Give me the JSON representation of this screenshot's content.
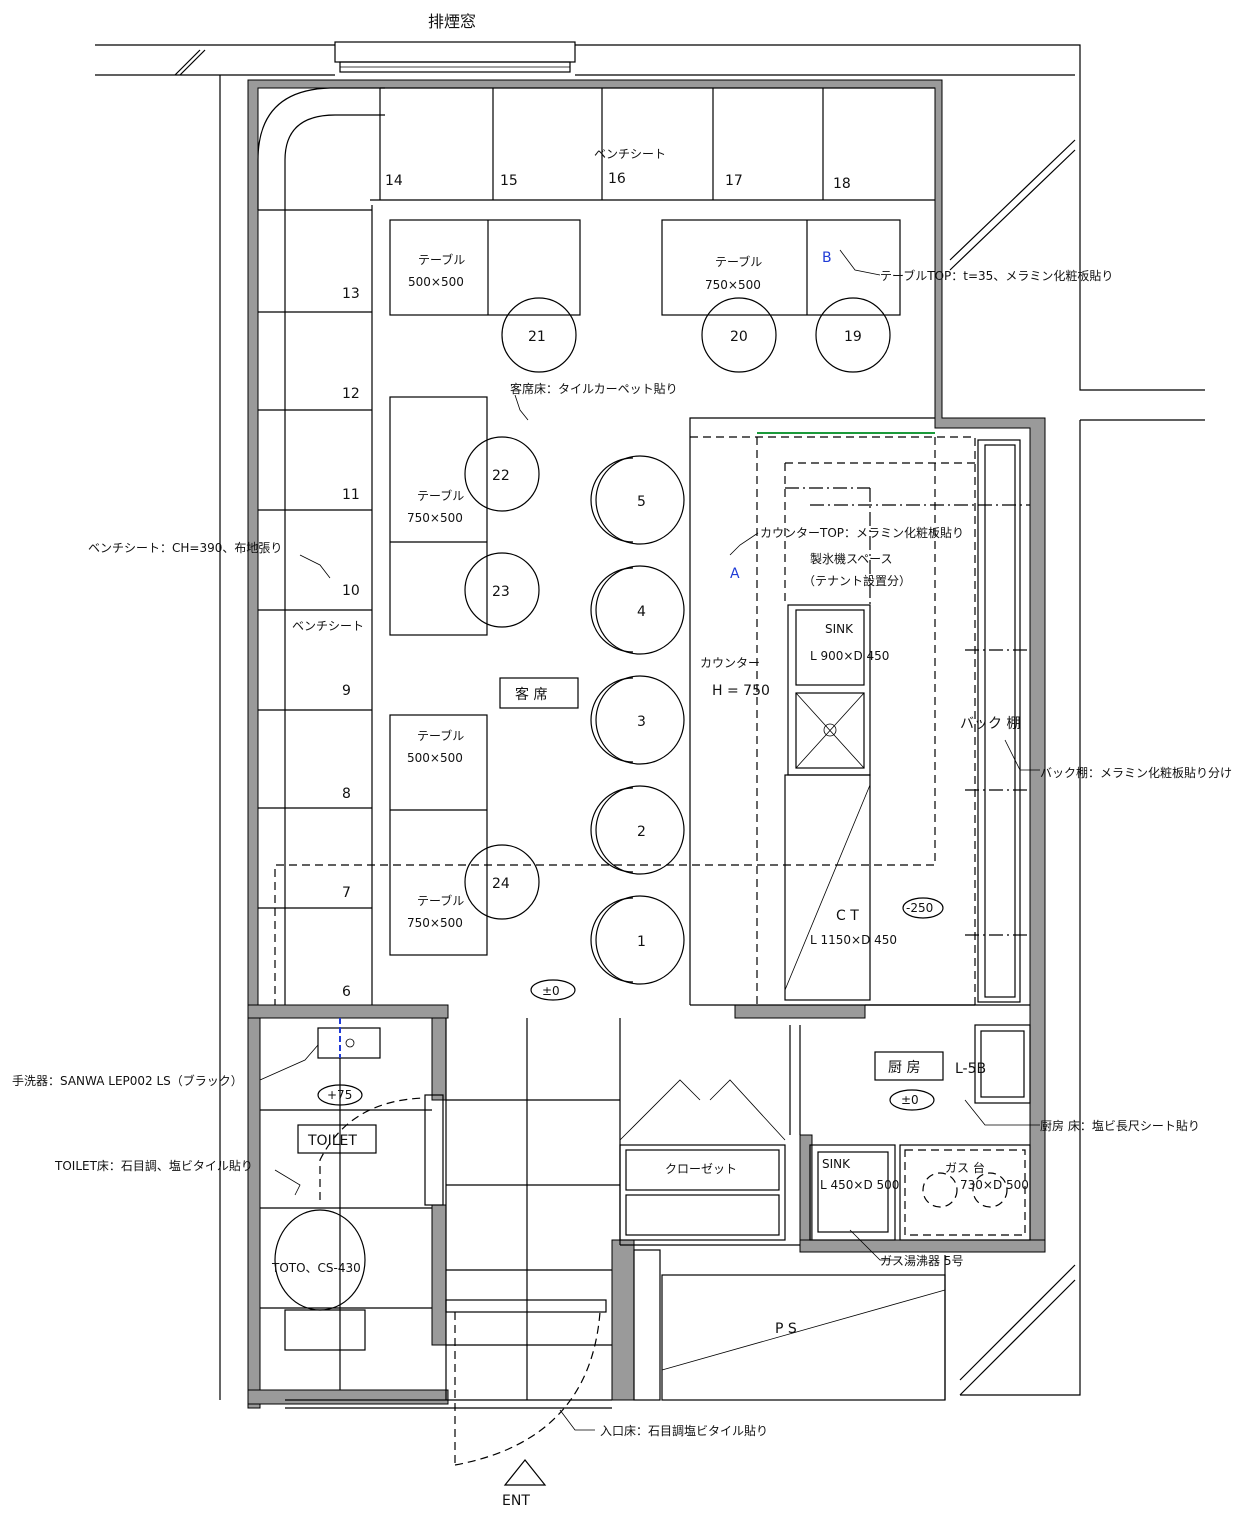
{
  "labels": {
    "exhaust_window": "排煙窓",
    "bench_seat_top": "ベンチシート",
    "bench_seat_left": "ベンチシート",
    "bench_seat_note": "ベンチシート：CH=390、布地張り",
    "table_a": "テーブル",
    "table_a_size": "500×500",
    "table_b": "テーブル",
    "table_b_size": "750×500",
    "table_c": "テーブル",
    "table_c_size": "750×500",
    "table_d": "テーブル",
    "table_d_size": "500×500",
    "table_e": "テーブル",
    "table_e_size": "750×500",
    "table_top_note": "テーブルTOP：t=35、メラミン化粧板貼り",
    "marker_b": "B",
    "marker_a": "A",
    "floor_note": "客席床：タイルカーペット貼り",
    "dining": "客 席",
    "counter_top_note": "カウンターTOP：メラミン化粧板貼り",
    "ice_space": "製氷機スペース",
    "ice_space_sub": "（テナント設置分）",
    "counter": "カウンター",
    "counter_h": "H = 750",
    "sink1": "SINK",
    "sink1_size": "L 900×D 450",
    "back_shelf": "バック 棚",
    "back_shelf_note": "バック棚：メラミン化粧板貼り分け",
    "ct": "C T",
    "ct_size": "L 1150×D 450",
    "level_250": "-250",
    "level_0": "±0",
    "level_75": "+75",
    "level_k0": "±0",
    "kitchen": "厨 房",
    "l5b": "L-5B",
    "kitchen_floor_note": "厨房 床：塩ビ長尺シート貼り",
    "sink2": "SINK",
    "sink2_size": "L 450×D 500",
    "gas": "ガス 台",
    "gas_size": "730×D 500",
    "water_heater": "ガス湯沸器 5号",
    "closet": "クローゼット",
    "hand_wash_note": "手洗器：SANWA LEP002 LS（ブラック）",
    "toilet": "TOILET",
    "toilet_floor_note": "TOILET床：石目調、塩ビタイル貼り",
    "toto": "TOTO、CS-430",
    "ps": "P  S",
    "entrance_note": "入口床：石目調塩ビタイル貼り",
    "ent": "ENT"
  },
  "seats_top": [
    "14",
    "15",
    "16",
    "17",
    "18"
  ],
  "seats_left": [
    "13",
    "12",
    "11",
    "10",
    "9",
    "8",
    "7",
    "6"
  ],
  "stools": [
    "21",
    "20",
    "19",
    "22",
    "23",
    "24"
  ],
  "counter_stools": [
    "5",
    "4",
    "3",
    "2",
    "1"
  ]
}
